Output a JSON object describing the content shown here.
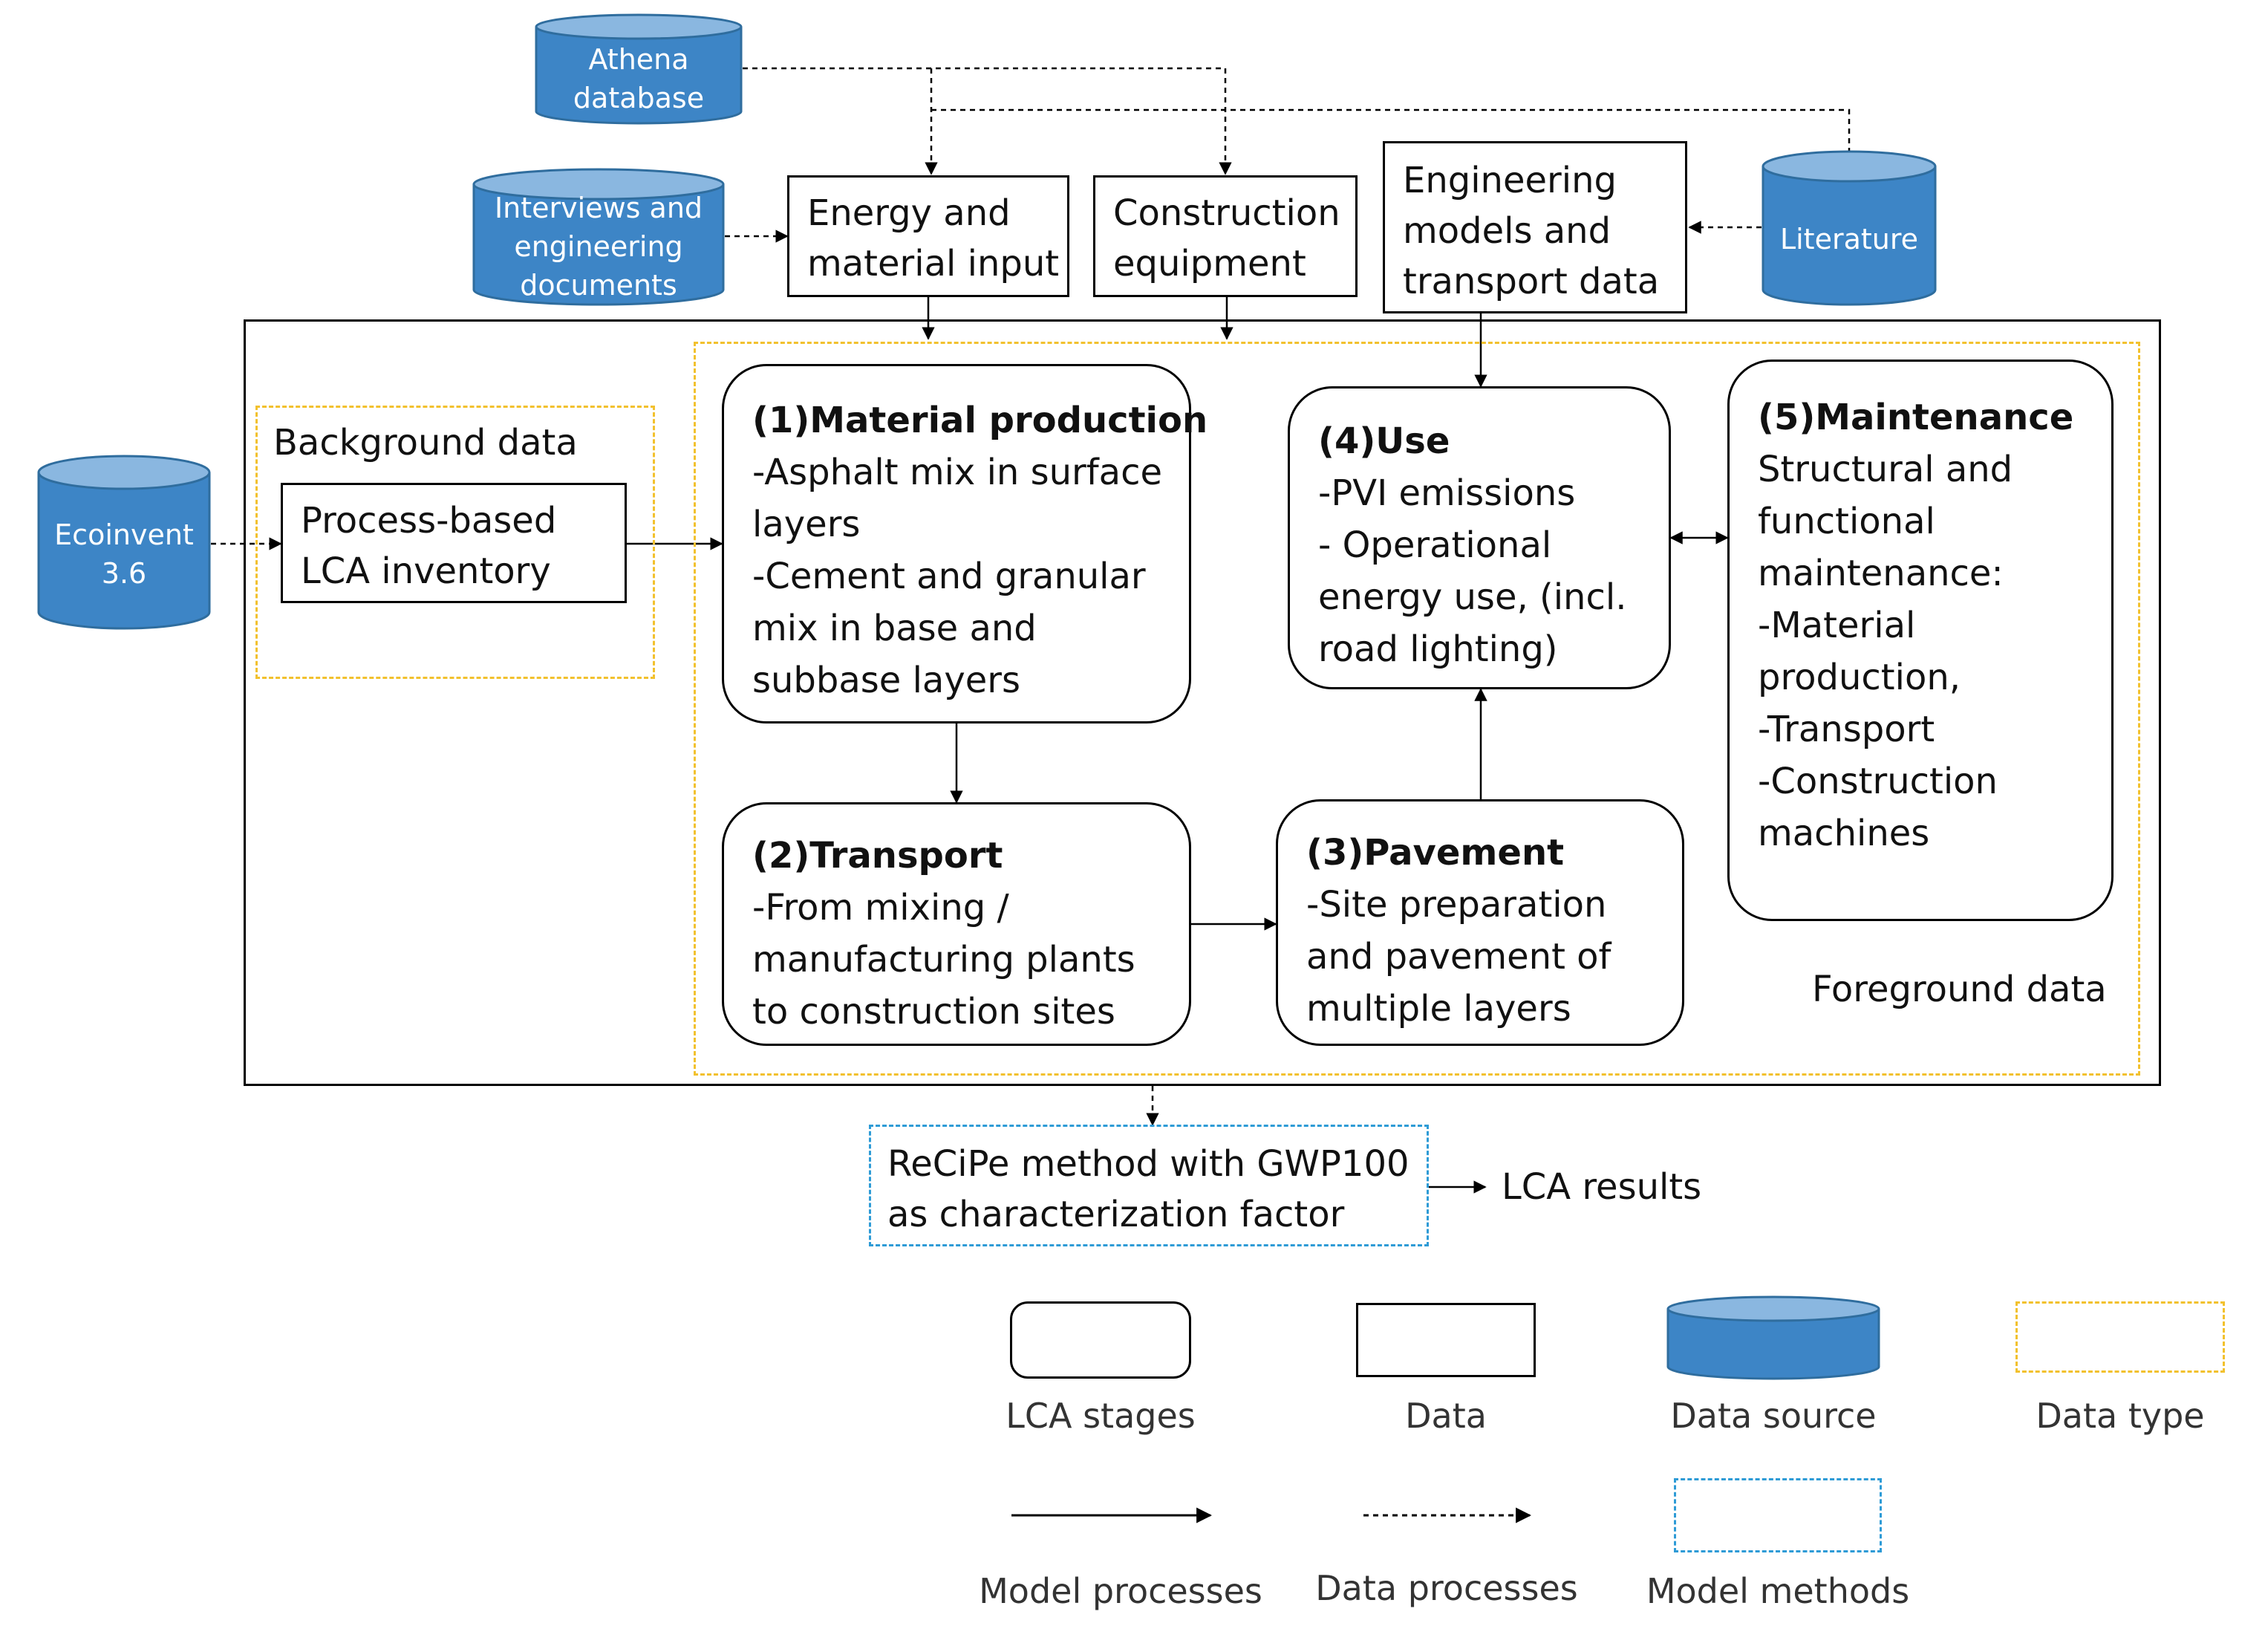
{
  "sources": {
    "athena": [
      "Athena",
      "database"
    ],
    "interviews": [
      "Interviews and",
      "engineering",
      "documents"
    ],
    "literature": [
      "Literature"
    ],
    "ecoinvent": [
      "Ecoinvent",
      "3.6"
    ]
  },
  "data_boxes": {
    "energy": [
      "Energy and",
      "material input"
    ],
    "equipment": [
      "Construction",
      "equipment"
    ],
    "engineering": [
      "Engineering",
      "models and",
      "transport data"
    ],
    "process": [
      "Process-based",
      "LCA inventory"
    ]
  },
  "data_types": {
    "background": "Background data",
    "foreground": "Foreground data"
  },
  "stages": {
    "material": {
      "title": "(1)Material production",
      "lines": [
        "-Asphalt mix in surface",
        "layers",
        "-Cement and granular",
        "mix in base and",
        "subbase layers"
      ]
    },
    "transport": {
      "title": "(2)Transport",
      "lines": [
        "-From mixing /",
        "manufacturing plants",
        "to construction sites"
      ]
    },
    "pavement": {
      "title": "(3)Pavement",
      "lines": [
        "-Site preparation",
        "and pavement of",
        "multiple layers"
      ]
    },
    "use": {
      "title": "(4)Use",
      "lines": [
        "-PVI emissions",
        "- Operational",
        "energy use, (incl.",
        "road lighting)"
      ]
    },
    "maintenance": {
      "title": "(5)Maintenance",
      "lines": [
        "Structural and",
        "functional",
        "maintenance:",
        "-Material",
        "production,",
        "-Transport",
        "-Construction",
        "machines"
      ]
    }
  },
  "method": [
    "ReCiPe method with GWP100",
    "as characterization factor"
  ],
  "results": "LCA results",
  "legend": {
    "lca_stages": "LCA stages",
    "data": "Data",
    "data_source": "Data source",
    "data_type": "Data type",
    "model_processes": "Model processes",
    "data_processes": "Data processes",
    "model_methods": "Model methods"
  },
  "colors": {
    "source_fill": "#3d85c6",
    "source_top": "#8ab7e0",
    "source_stroke": "#2f6d9e",
    "data_type_border": "#f2c12e",
    "method_border": "#2e9bd6"
  }
}
